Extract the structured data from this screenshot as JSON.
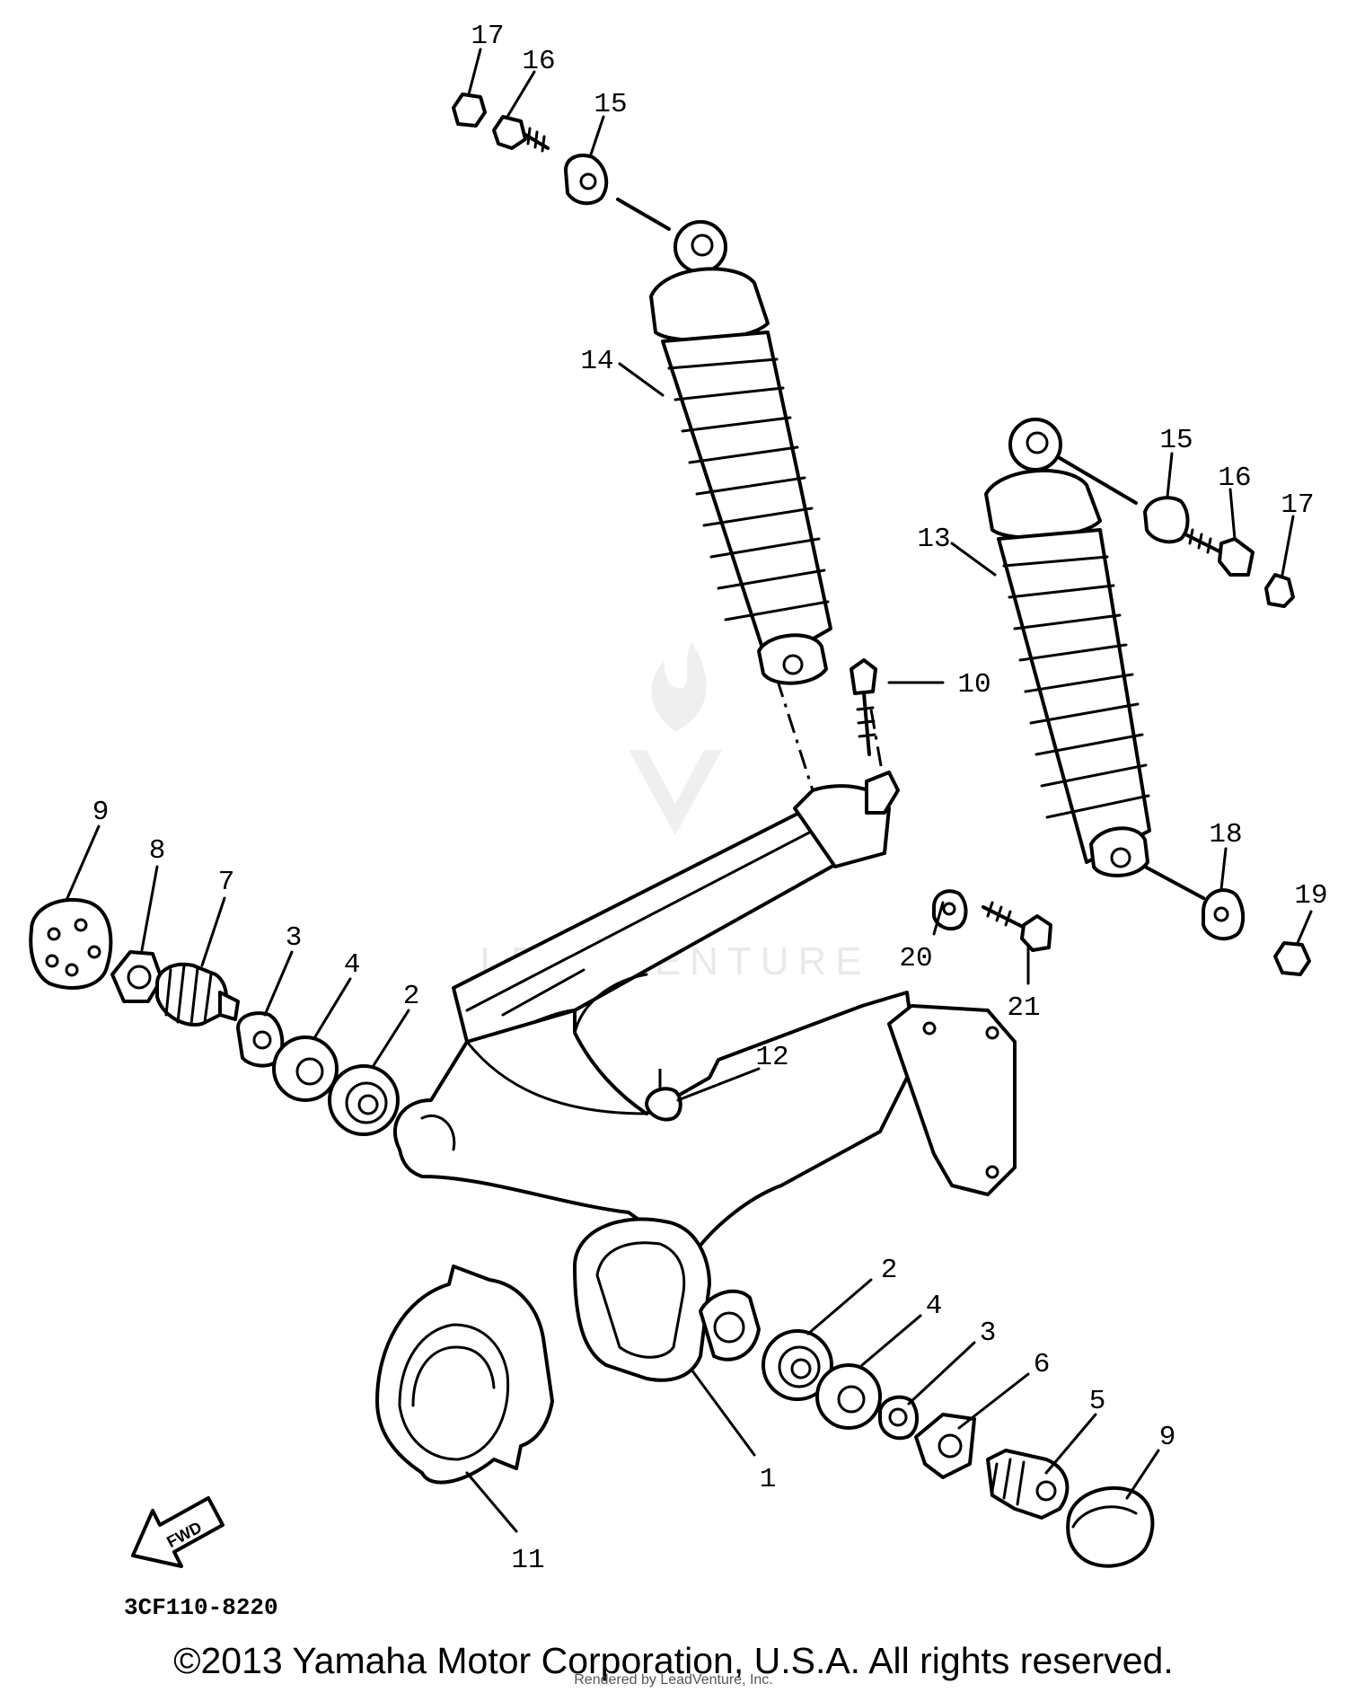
{
  "diagram": {
    "callouts": [
      "17",
      "16",
      "15",
      "14",
      "15",
      "16",
      "17",
      "13",
      "10",
      "9",
      "8",
      "7",
      "3",
      "4",
      "2",
      "18",
      "19",
      "20",
      "21",
      "12",
      "2",
      "4",
      "3",
      "6",
      "5",
      "9",
      "1",
      "11"
    ],
    "part_code": "3CF110-8220",
    "fwd_label": "FWD",
    "watermark": "LEADVENTURE"
  },
  "footer": {
    "copyright": "©2013 Yamaha Motor Corporation, U.S.A. All rights reserved.",
    "rendered_by": "Rendered by LeadVenture, Inc."
  }
}
